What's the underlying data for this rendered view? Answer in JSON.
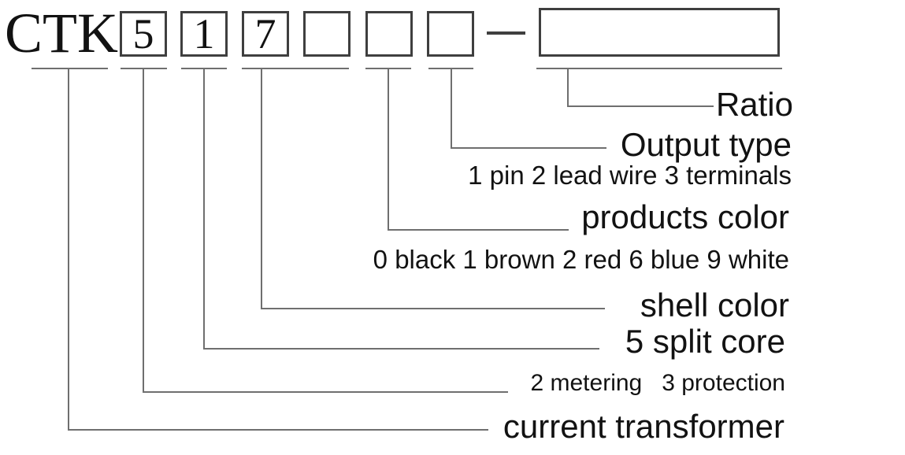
{
  "colors": {
    "background": "#ffffff",
    "text": "#121212",
    "line": "#6f6f6f",
    "box_border": "#3f3f3f"
  },
  "diagram": {
    "prefix": "CTK",
    "code_digits": [
      "5",
      "1",
      "7",
      "",
      "",
      ""
    ],
    "separator": "-",
    "ratio_value": "",
    "labels": {
      "ratio": "Ratio",
      "output_type": "Output type",
      "output_type_codes": "1 pin 2 lead wire 3 terminals",
      "products_color": "products color",
      "products_color_codes": "0 black 1 brown 2 red 6 blue 9 white",
      "shell_color": "shell color",
      "split_core": "5 split core",
      "usage_codes": "2 metering   3 protection",
      "current_transformer": "current transformer"
    }
  }
}
